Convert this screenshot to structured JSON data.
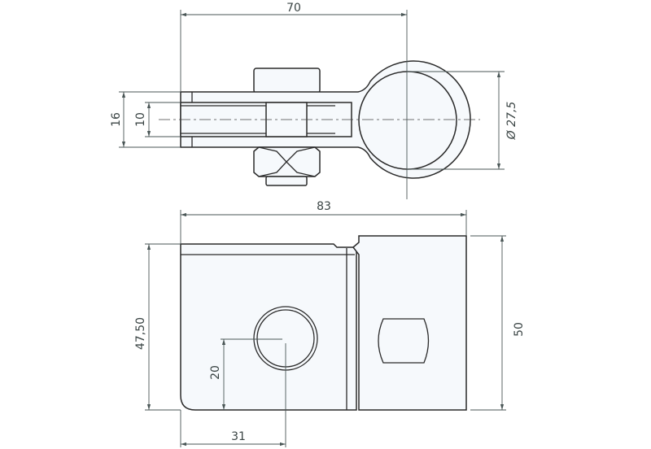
{
  "drawing": {
    "dimensions": {
      "top_width": "70",
      "thickness_outer": "16",
      "thickness_inner": "10",
      "pipe_diameter": "Ø 27,5",
      "overall_length": "83",
      "plate_height": "47,50",
      "total_height": "50",
      "hole_height": "20",
      "hole_offset": "31"
    },
    "colors": {
      "line": "#2a2a2a",
      "dimension": "#4a5656"
    }
  }
}
